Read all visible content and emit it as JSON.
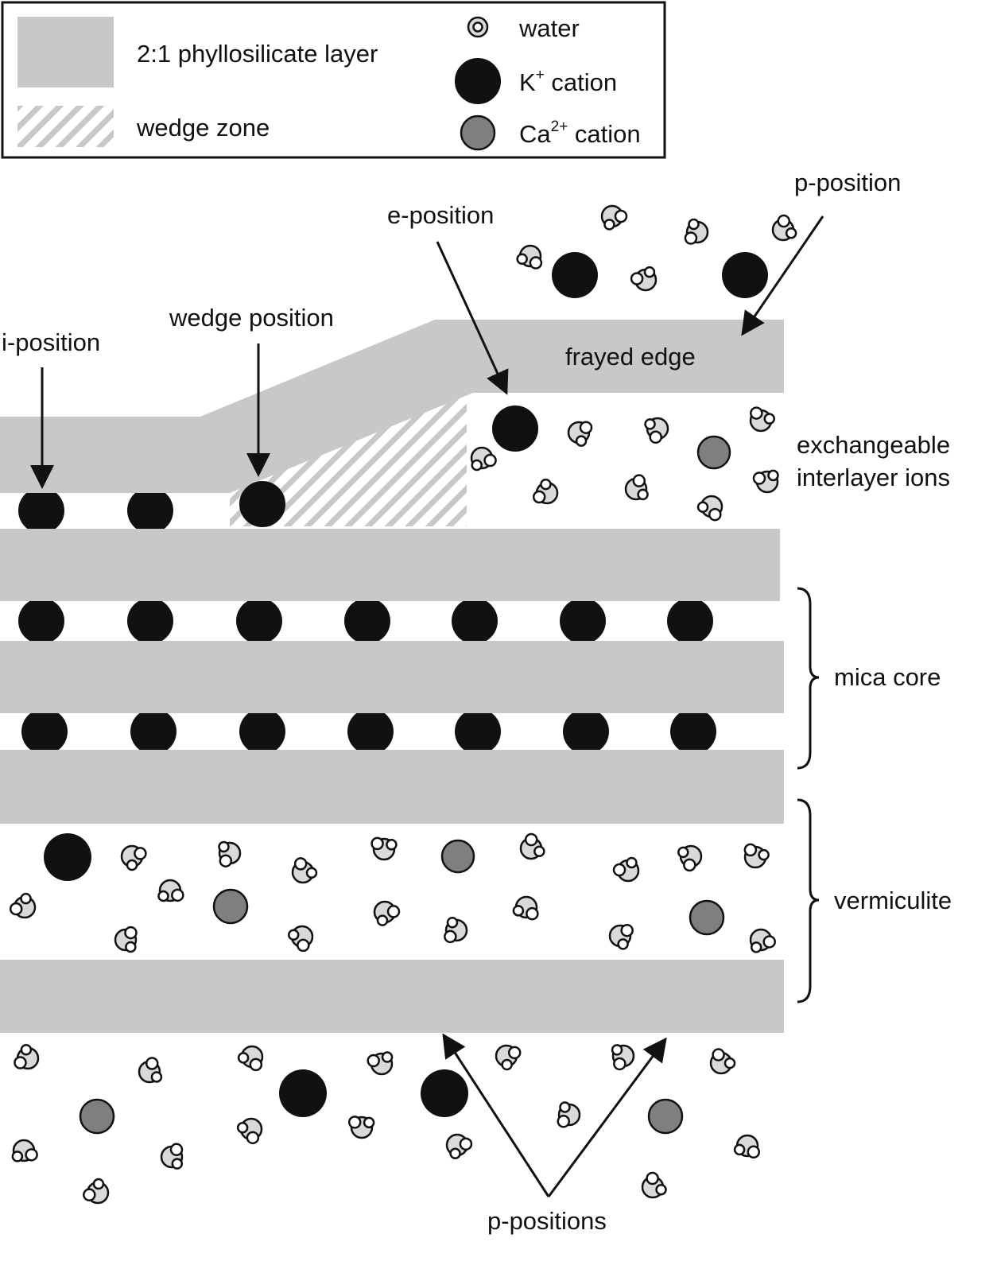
{
  "colors": {
    "layer": "#c8c8c8",
    "k_cation": "#111111",
    "ca_cation": "#7f7f7f",
    "water": "#d9d9d9",
    "stroke": "#111111",
    "hatch": "#c8c8c8"
  },
  "legend": {
    "layer_label": "2:1 phyllosilicate layer",
    "wedge_label": "wedge zone",
    "water_label": "water",
    "k_label": "K",
    "k_sup": "+",
    "k_suffix": " cation",
    "ca_label": "Ca",
    "ca_sup": "2+",
    "ca_suffix": " cation"
  },
  "labels": {
    "i_position": "i-position",
    "wedge_position": "wedge position",
    "e_position": "e-position",
    "p_position_top": "p-position",
    "frayed_edge": "frayed edge",
    "exchangeable_line1": "exchangeable",
    "exchangeable_line2": "interlayer ions",
    "mica_core": "mica core",
    "vermiculite": "vermiculite",
    "p_positions_bottom": "p-positions"
  }
}
